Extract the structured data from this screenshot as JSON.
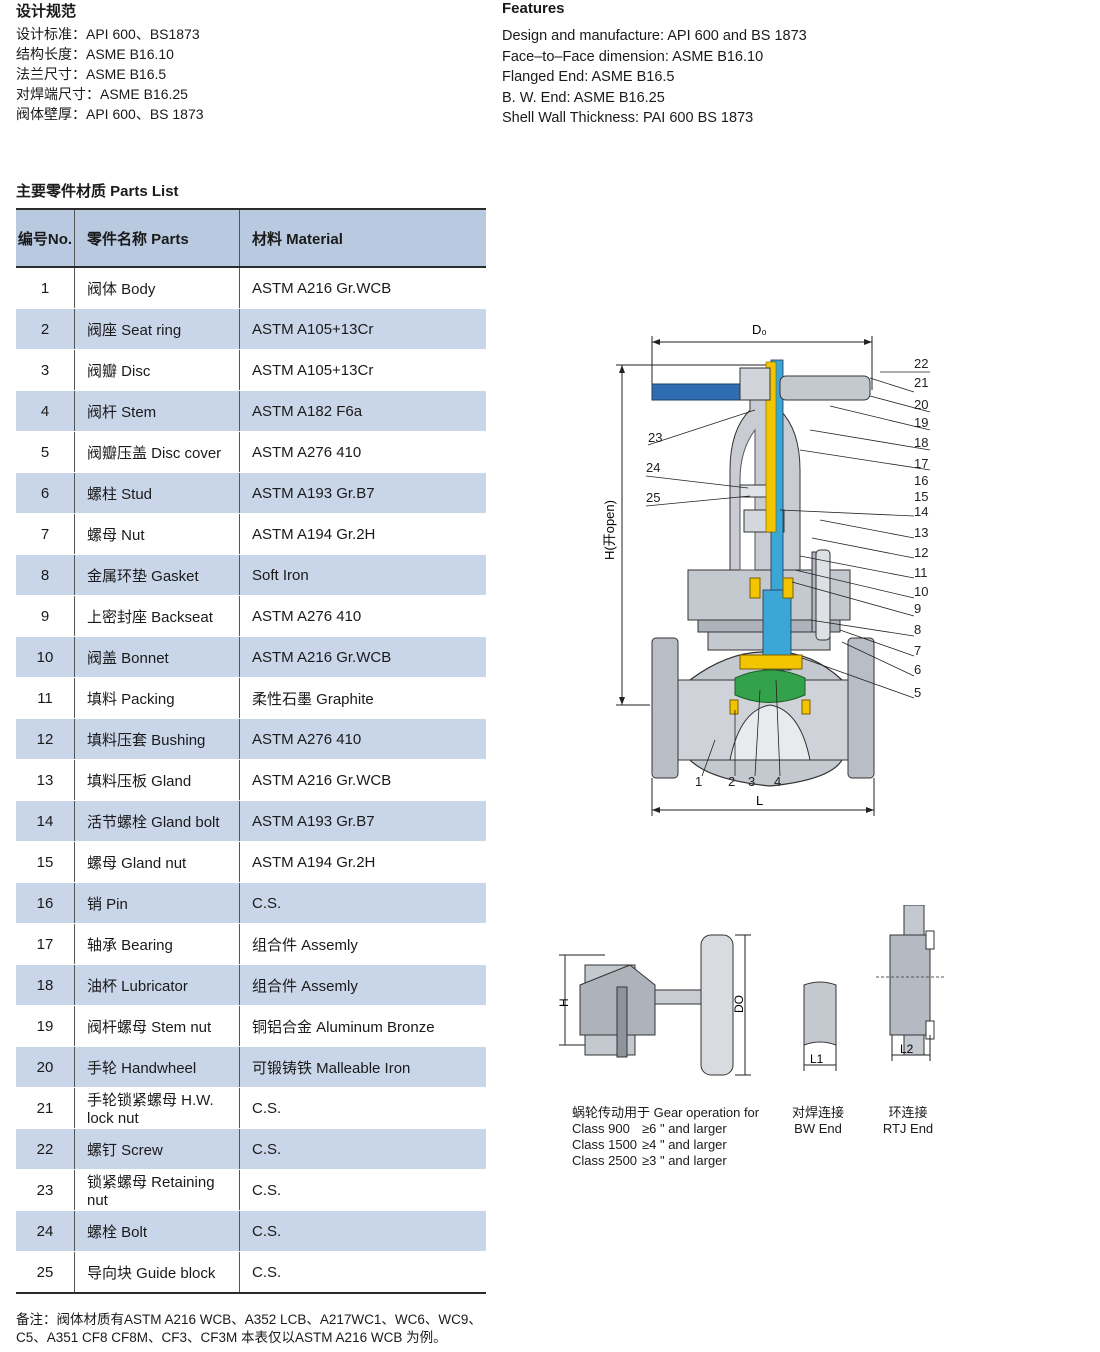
{
  "design_spec": {
    "title_cn": "设计规范",
    "lines": [
      {
        "label": "设计标准：",
        "value": "API 600、BS1873"
      },
      {
        "label": "结构长度：",
        "value": "ASME B16.10"
      },
      {
        "label": "法兰尺寸：",
        "value": "ASME B16.5"
      },
      {
        "label": "对焊端尺寸：",
        "value": "ASME B16.25"
      },
      {
        "label": "阀体壁厚：",
        "value": "API 600、BS 1873"
      }
    ]
  },
  "features": {
    "title": "Features",
    "lines": [
      "Design and manufacture:  API 600 and BS 1873",
      "Face–to–Face dimension: ASME B16.10",
      "Flanged End: ASME B16.5",
      "B. W. End: ASME B16.25",
      "Shell Wall Thickness: PAI 600 BS 1873"
    ]
  },
  "parts_list": {
    "title": "主要零件材质 Parts List",
    "headers": {
      "no": "编号No.",
      "parts": "零件名称 Parts",
      "material": "材料 Material"
    },
    "rows": [
      {
        "no": "1",
        "part": "阀体  Body",
        "material": "ASTM A216 Gr.WCB"
      },
      {
        "no": "2",
        "part": "阀座  Seat ring",
        "material": "ASTM A105+13Cr"
      },
      {
        "no": "3",
        "part": "阀瓣  Disc",
        "material": "ASTM A105+13Cr"
      },
      {
        "no": "4",
        "part": "阀杆  Stem",
        "material": "ASTM A182 F6a"
      },
      {
        "no": "5",
        "part": "阀瓣压盖  Disc cover",
        "material": "ASTM A276 410"
      },
      {
        "no": "6",
        "part": "螺柱  Stud",
        "material": "ASTM A193 Gr.B7"
      },
      {
        "no": "7",
        "part": "螺母  Nut",
        "material": "ASTM A194 Gr.2H"
      },
      {
        "no": "8",
        "part": "金属环垫  Gasket",
        "material": "Soft Iron"
      },
      {
        "no": "9",
        "part": "上密封座  Backseat",
        "material": "ASTM A276 410"
      },
      {
        "no": "10",
        "part": "阀盖  Bonnet",
        "material": "ASTM A216 Gr.WCB"
      },
      {
        "no": "11",
        "part": "填料  Packing",
        "material": "柔性石墨 Graphite"
      },
      {
        "no": "12",
        "part": "填料压套  Bushing",
        "material": "ASTM A276 410"
      },
      {
        "no": "13",
        "part": "填料压板  Gland",
        "material": "ASTM A216 Gr.WCB"
      },
      {
        "no": "14",
        "part": "活节螺栓  Gland bolt",
        "material": "ASTM A193 Gr.B7"
      },
      {
        "no": "15",
        "part": "螺母  Gland nut",
        "material": "ASTM A194 Gr.2H"
      },
      {
        "no": "16",
        "part": "销  Pin",
        "material": "C.S."
      },
      {
        "no": "17",
        "part": "轴承  Bearing",
        "material": "组合件 Assemly"
      },
      {
        "no": "18",
        "part": "油杯  Lubricator",
        "material": "组合件 Assemly"
      },
      {
        "no": "19",
        "part": "阀杆螺母  Stem nut",
        "material": "铜铝合金 Aluminum Bronze"
      },
      {
        "no": "20",
        "part": "手轮  Handwheel",
        "material": "可锻铸铁 Malleable Iron"
      },
      {
        "no": "21",
        "part": "手轮锁紧螺母 H.W. lock nut",
        "material": "C.S."
      },
      {
        "no": "22",
        "part": "螺钉  Screw",
        "material": "C.S."
      },
      {
        "no": "23",
        "part": "锁紧螺母 Retaining nut",
        "material": "C.S."
      },
      {
        "no": "24",
        "part": "螺栓  Bolt",
        "material": "C.S."
      },
      {
        "no": "25",
        "part": "导向块  Guide block",
        "material": "C.S."
      }
    ]
  },
  "note": {
    "line1": "备注：阀体材质有ASTM A216 WCB、A352 LCB、A217WC1、WC6、WC9、",
    "line2": "C5、A351 CF8 CF8M、CF3、CF3M 本表仅以ASTM A216 WCB 为例。"
  },
  "main_drawing": {
    "dim_do": "D₀",
    "dim_h": "H(开open)",
    "dim_l": "L",
    "right_callouts": [
      "22",
      "21",
      "20",
      "19",
      "18",
      "17",
      "16",
      "15",
      "14",
      "13",
      "12",
      "11",
      "10",
      "9",
      "8",
      "7",
      "6",
      "5"
    ],
    "left_callouts": [
      "23",
      "24",
      "25"
    ],
    "bottom_callouts": [
      "1",
      "2",
      "3",
      "4"
    ]
  },
  "sub_drawings": {
    "gear": {
      "dim_h": "H",
      "dim_do": "DO",
      "caption_lines": [
        {
          "label": "蜗轮传动用于 Gear operation for",
          "note": ""
        },
        {
          "label": "Class 900",
          "note": "≥6 \" and larger"
        },
        {
          "label": "Class 1500",
          "note": "≥4 \" and larger"
        },
        {
          "label": "Class 2500",
          "note": "≥3 \" and larger"
        }
      ]
    },
    "bw_end": {
      "dim": "L1",
      "caption_cn": "对焊连接",
      "caption_en": "BW End"
    },
    "rtj_end": {
      "dim": "L2",
      "caption_cn": "环连接",
      "caption_en": "RTJ End"
    }
  },
  "colors": {
    "table_header": "#b9c9e0",
    "table_alt_row": "#c9d5e8",
    "handwheel_blue": "#2f6db0",
    "stem_blue": "#3aa7d6",
    "stemnut_yellow": "#f3c400",
    "disc_green": "#33a24a",
    "body_grey": "#c4c8cf"
  }
}
